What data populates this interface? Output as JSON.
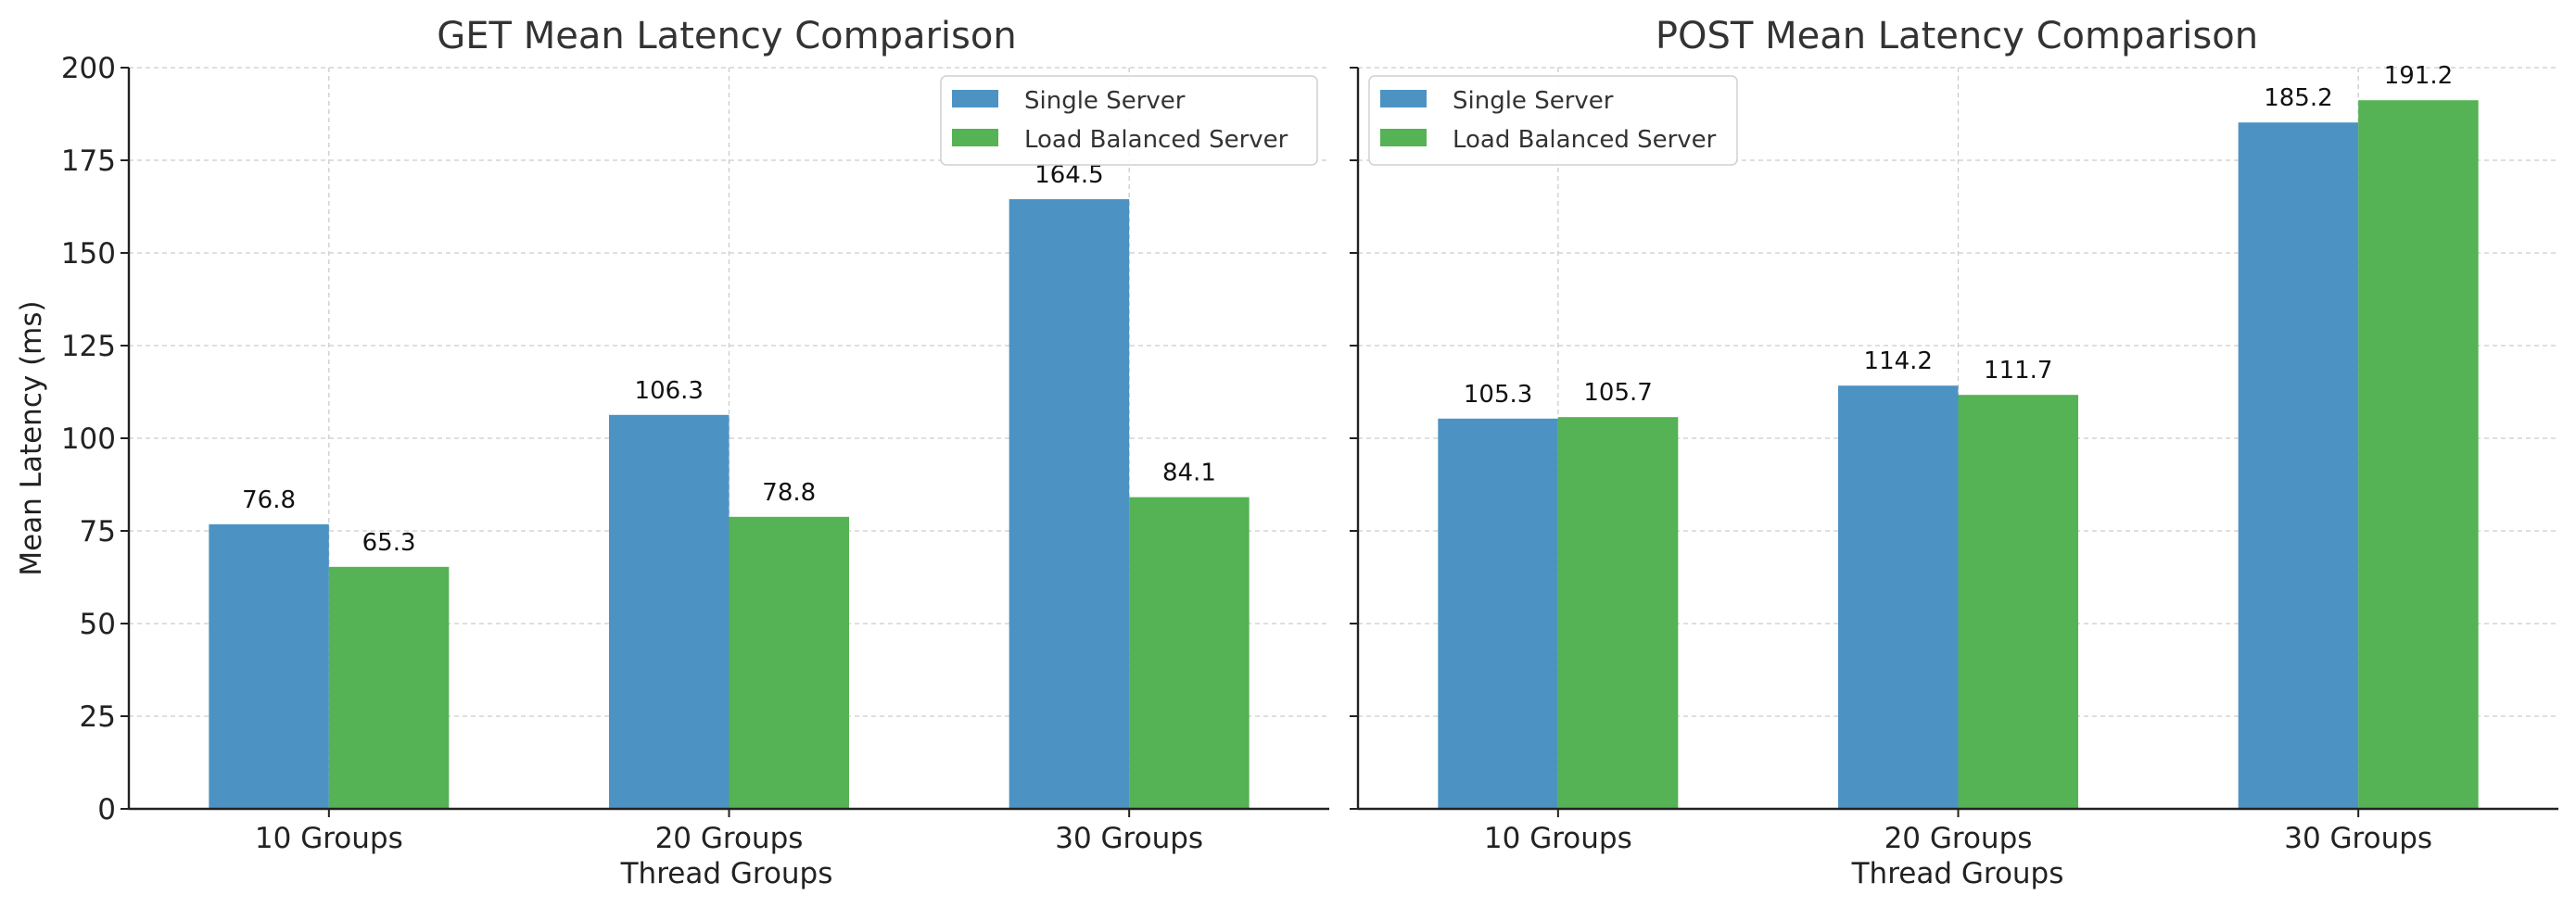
{
  "chart_data": [
    {
      "type": "bar",
      "title": "GET Mean Latency Comparison",
      "xlabel": "Thread Groups",
      "ylabel": "Mean Latency (ms)",
      "categories": [
        "10 Groups",
        "20 Groups",
        "30 Groups"
      ],
      "series": [
        {
          "name": "Single Server",
          "values": [
            76.8,
            106.3,
            164.5
          ],
          "color": "#4C93C3"
        },
        {
          "name": "Load Balanced Server",
          "values": [
            65.3,
            78.8,
            84.1
          ],
          "color": "#55B255"
        }
      ],
      "value_labels": [
        [
          "76.8",
          "106.3",
          "164.5"
        ],
        [
          "65.3",
          "78.8",
          "84.1"
        ]
      ],
      "ylim": [
        0,
        200
      ],
      "yticks": [
        "0",
        "25",
        "50",
        "75",
        "100",
        "125",
        "150",
        "175",
        "200"
      ],
      "grid": true,
      "legend_position": "top-right"
    },
    {
      "type": "bar",
      "title": "POST Mean Latency Comparison",
      "xlabel": "Thread Groups",
      "ylabel": "",
      "categories": [
        "10 Groups",
        "20 Groups",
        "30 Groups"
      ],
      "series": [
        {
          "name": "Single Server",
          "values": [
            105.3,
            114.2,
            185.2
          ],
          "color": "#4C93C3"
        },
        {
          "name": "Load Balanced Server",
          "values": [
            105.7,
            111.7,
            191.2
          ],
          "color": "#55B255"
        }
      ],
      "value_labels": [
        [
          "105.3",
          "114.2",
          "185.2"
        ],
        [
          "105.7",
          "111.7",
          "191.2"
        ]
      ],
      "ylim": [
        0,
        200
      ],
      "yticks": [],
      "shared_y": true,
      "grid": true,
      "legend_position": "top-left"
    }
  ]
}
